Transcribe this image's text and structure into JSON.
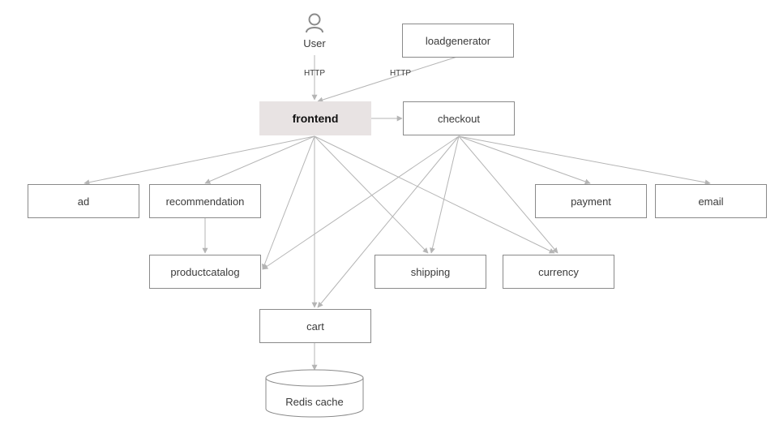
{
  "user": {
    "label": "User",
    "icon": "user-icon"
  },
  "edge_labels": {
    "user_http": "HTTP",
    "loadgen_http": "HTTP"
  },
  "nodes": {
    "loadgenerator": "loadgenerator",
    "frontend": "frontend",
    "checkout": "checkout",
    "ad": "ad",
    "recommendation": "recommendation",
    "payment": "payment",
    "email": "email",
    "productcatalog": "productcatalog",
    "shipping": "shipping",
    "currency": "currency",
    "cart": "cart",
    "redis": "Redis cache"
  },
  "colors": {
    "edge": "#b5b5b5",
    "highlight": "#e8e3e3"
  }
}
